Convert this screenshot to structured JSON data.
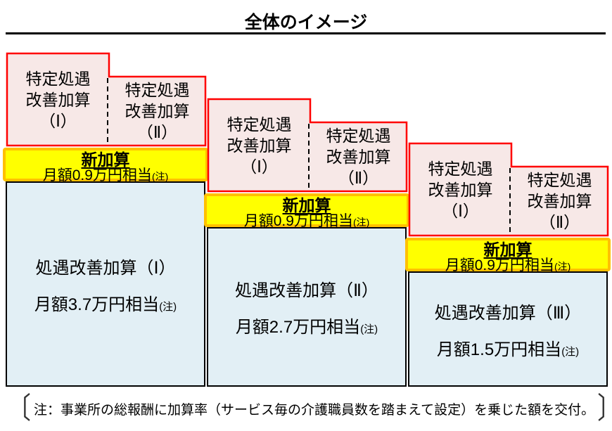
{
  "title": "全体のイメージ",
  "colors": {
    "pink_fill": "#F7E8E7",
    "red_border": "#FF0000",
    "yellow_fill": "#FFFF00",
    "orange_border": "#FFC000",
    "blue_fill": "#E2EFF5",
    "black_border": "#000000"
  },
  "columns": [
    {
      "step_box": {
        "left_lines": [
          "特定処遇",
          "改善加算",
          "（Ⅰ）"
        ],
        "right_lines": [
          "特定処遇",
          "改善加算",
          "（Ⅱ）"
        ]
      },
      "new_addition": {
        "label": "新加算",
        "amount": "月額0.9万円相当",
        "note_ref": "(注)"
      },
      "base_addition": {
        "label": "処遇改善加算（Ⅰ）",
        "amount": "月額3.7万円相当",
        "note_ref": "(注)"
      }
    },
    {
      "step_box": {
        "left_lines": [
          "特定処遇",
          "改善加算",
          "（Ⅰ）"
        ],
        "right_lines": [
          "特定処遇",
          "改善加算",
          "（Ⅱ）"
        ]
      },
      "new_addition": {
        "label": "新加算",
        "amount": "月額0.9万円相当",
        "note_ref": "(注)"
      },
      "base_addition": {
        "label": "処遇改善加算（Ⅱ）",
        "amount": "月額2.7万円相当",
        "note_ref": "(注)"
      }
    },
    {
      "step_box": {
        "left_lines": [
          "特定処遇",
          "改善加算",
          "（Ⅰ）"
        ],
        "right_lines": [
          "特定処遇",
          "改善加算",
          "（Ⅱ）"
        ]
      },
      "new_addition": {
        "label": "新加算",
        "amount": "月額0.9万円相当",
        "note_ref": "(注)"
      },
      "base_addition": {
        "label": "処遇改善加算（Ⅲ）",
        "amount": "月額1.5万円相当",
        "note_ref": "(注)"
      }
    }
  ],
  "footnote": {
    "open_bracket": "〔",
    "text": "注：事業所の総報酬に加算率（サービス毎の介護職員数を踏まえて設定）を乗じた額を交付。",
    "close_bracket": "〕"
  }
}
